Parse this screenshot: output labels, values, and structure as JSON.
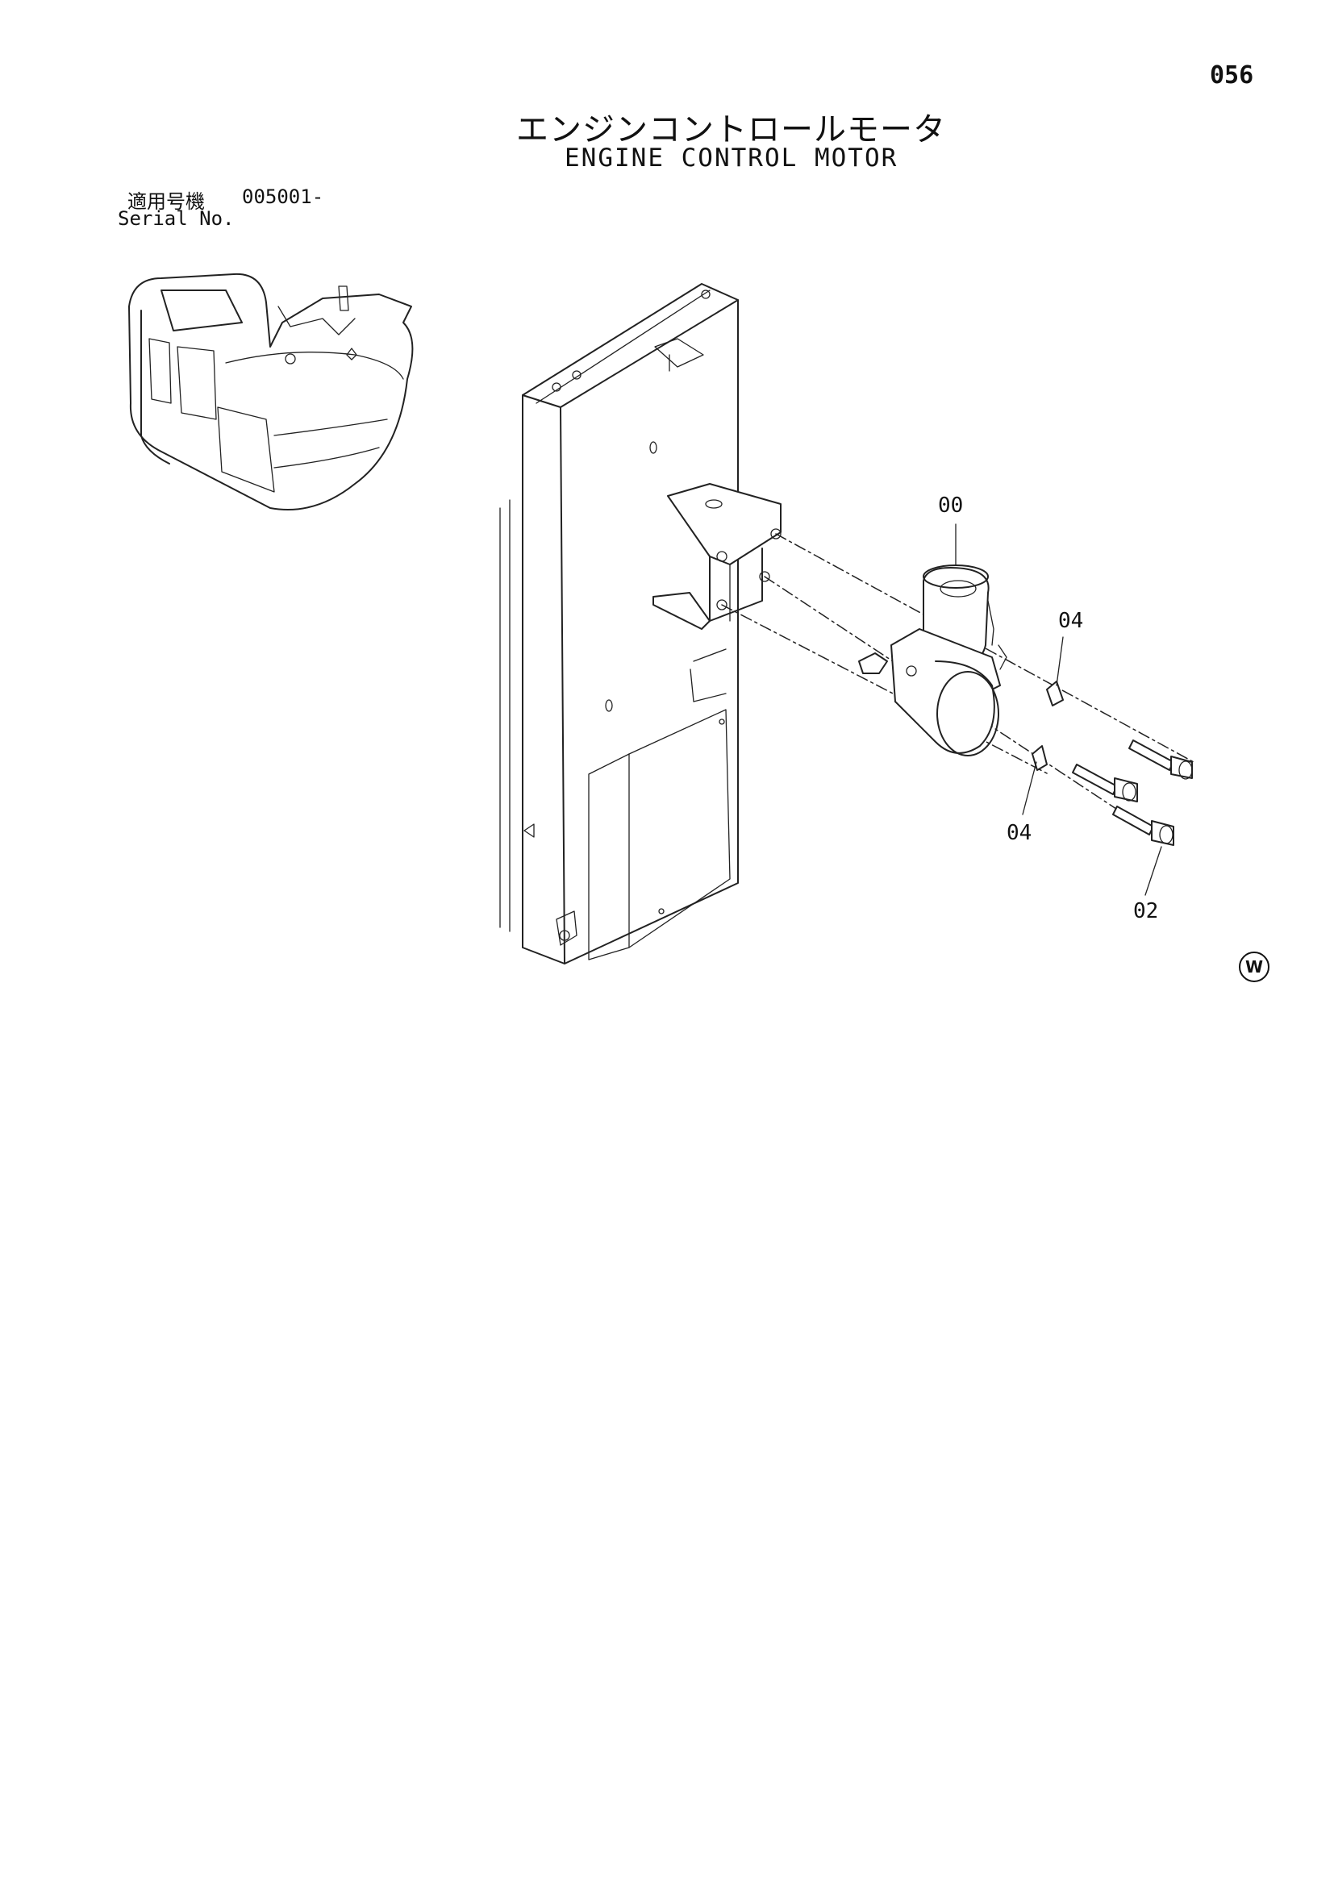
{
  "header": {
    "page_number": "056",
    "title_jp": "エンジンコントロールモータ",
    "title_en": "ENGINE CONTROL MOTOR"
  },
  "serial": {
    "label_jp": "適用号機",
    "label_en": "Serial No.",
    "number": "005001-"
  },
  "callouts": {
    "motor": "00",
    "washer_upper": "04",
    "washer_lower": "04",
    "bolt": "02"
  },
  "mark": "W"
}
